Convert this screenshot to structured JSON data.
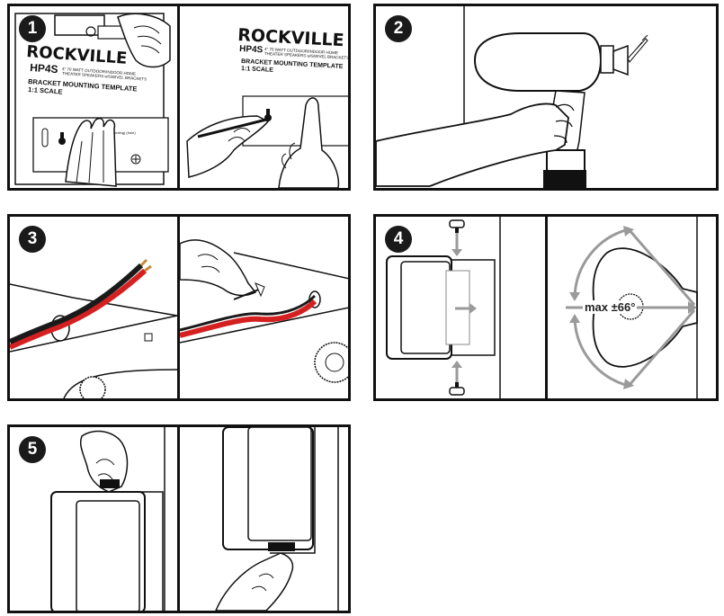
{
  "steps": [
    {
      "number": "1",
      "brand": "ROCKVILLE",
      "model": "HP4S",
      "model_desc_line1": "4\" 70 WATT OUTDOOR/INDOOR HOME",
      "model_desc_line2": "THEATER SPEAKERS w/SWIVEL BRACKETS",
      "template_title": "BRACKET MOUNTING TEMPLATE",
      "template_scale": "1:1 SCALE",
      "template_note": "TOP (mounting) (hole)"
    },
    {
      "number": "2"
    },
    {
      "number": "3"
    },
    {
      "number": "4",
      "angle_label": "max ±66°"
    },
    {
      "number": "5"
    }
  ],
  "colors": {
    "wire_red": "#d42020",
    "wire_black": "#1a1a1a",
    "arrow_gray": "#9a9a9a",
    "outline": "#111111"
  }
}
